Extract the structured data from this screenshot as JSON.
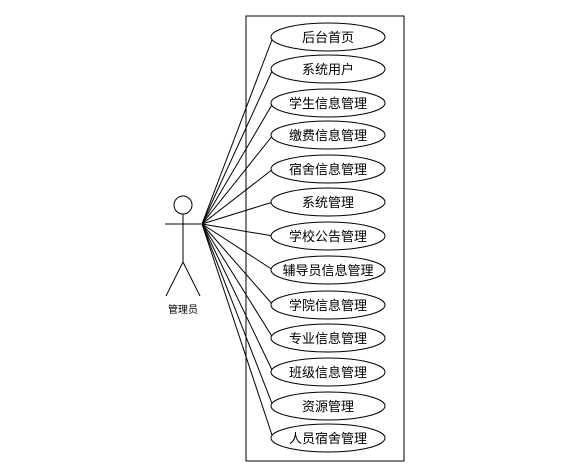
{
  "actor": {
    "label": "管理员"
  },
  "use_cases": [
    {
      "label": "后台首页"
    },
    {
      "label": "系统用户"
    },
    {
      "label": "学生信息管理"
    },
    {
      "label": "缴费信息管理"
    },
    {
      "label": "宿舍信息管理"
    },
    {
      "label": "系统管理"
    },
    {
      "label": "学校公告管理"
    },
    {
      "label": "辅导员信息管理"
    },
    {
      "label": "学院信息管理"
    },
    {
      "label": "专业信息管理"
    },
    {
      "label": "班级信息管理"
    },
    {
      "label": "资源管理"
    },
    {
      "label": "人员宿舍管理"
    }
  ]
}
